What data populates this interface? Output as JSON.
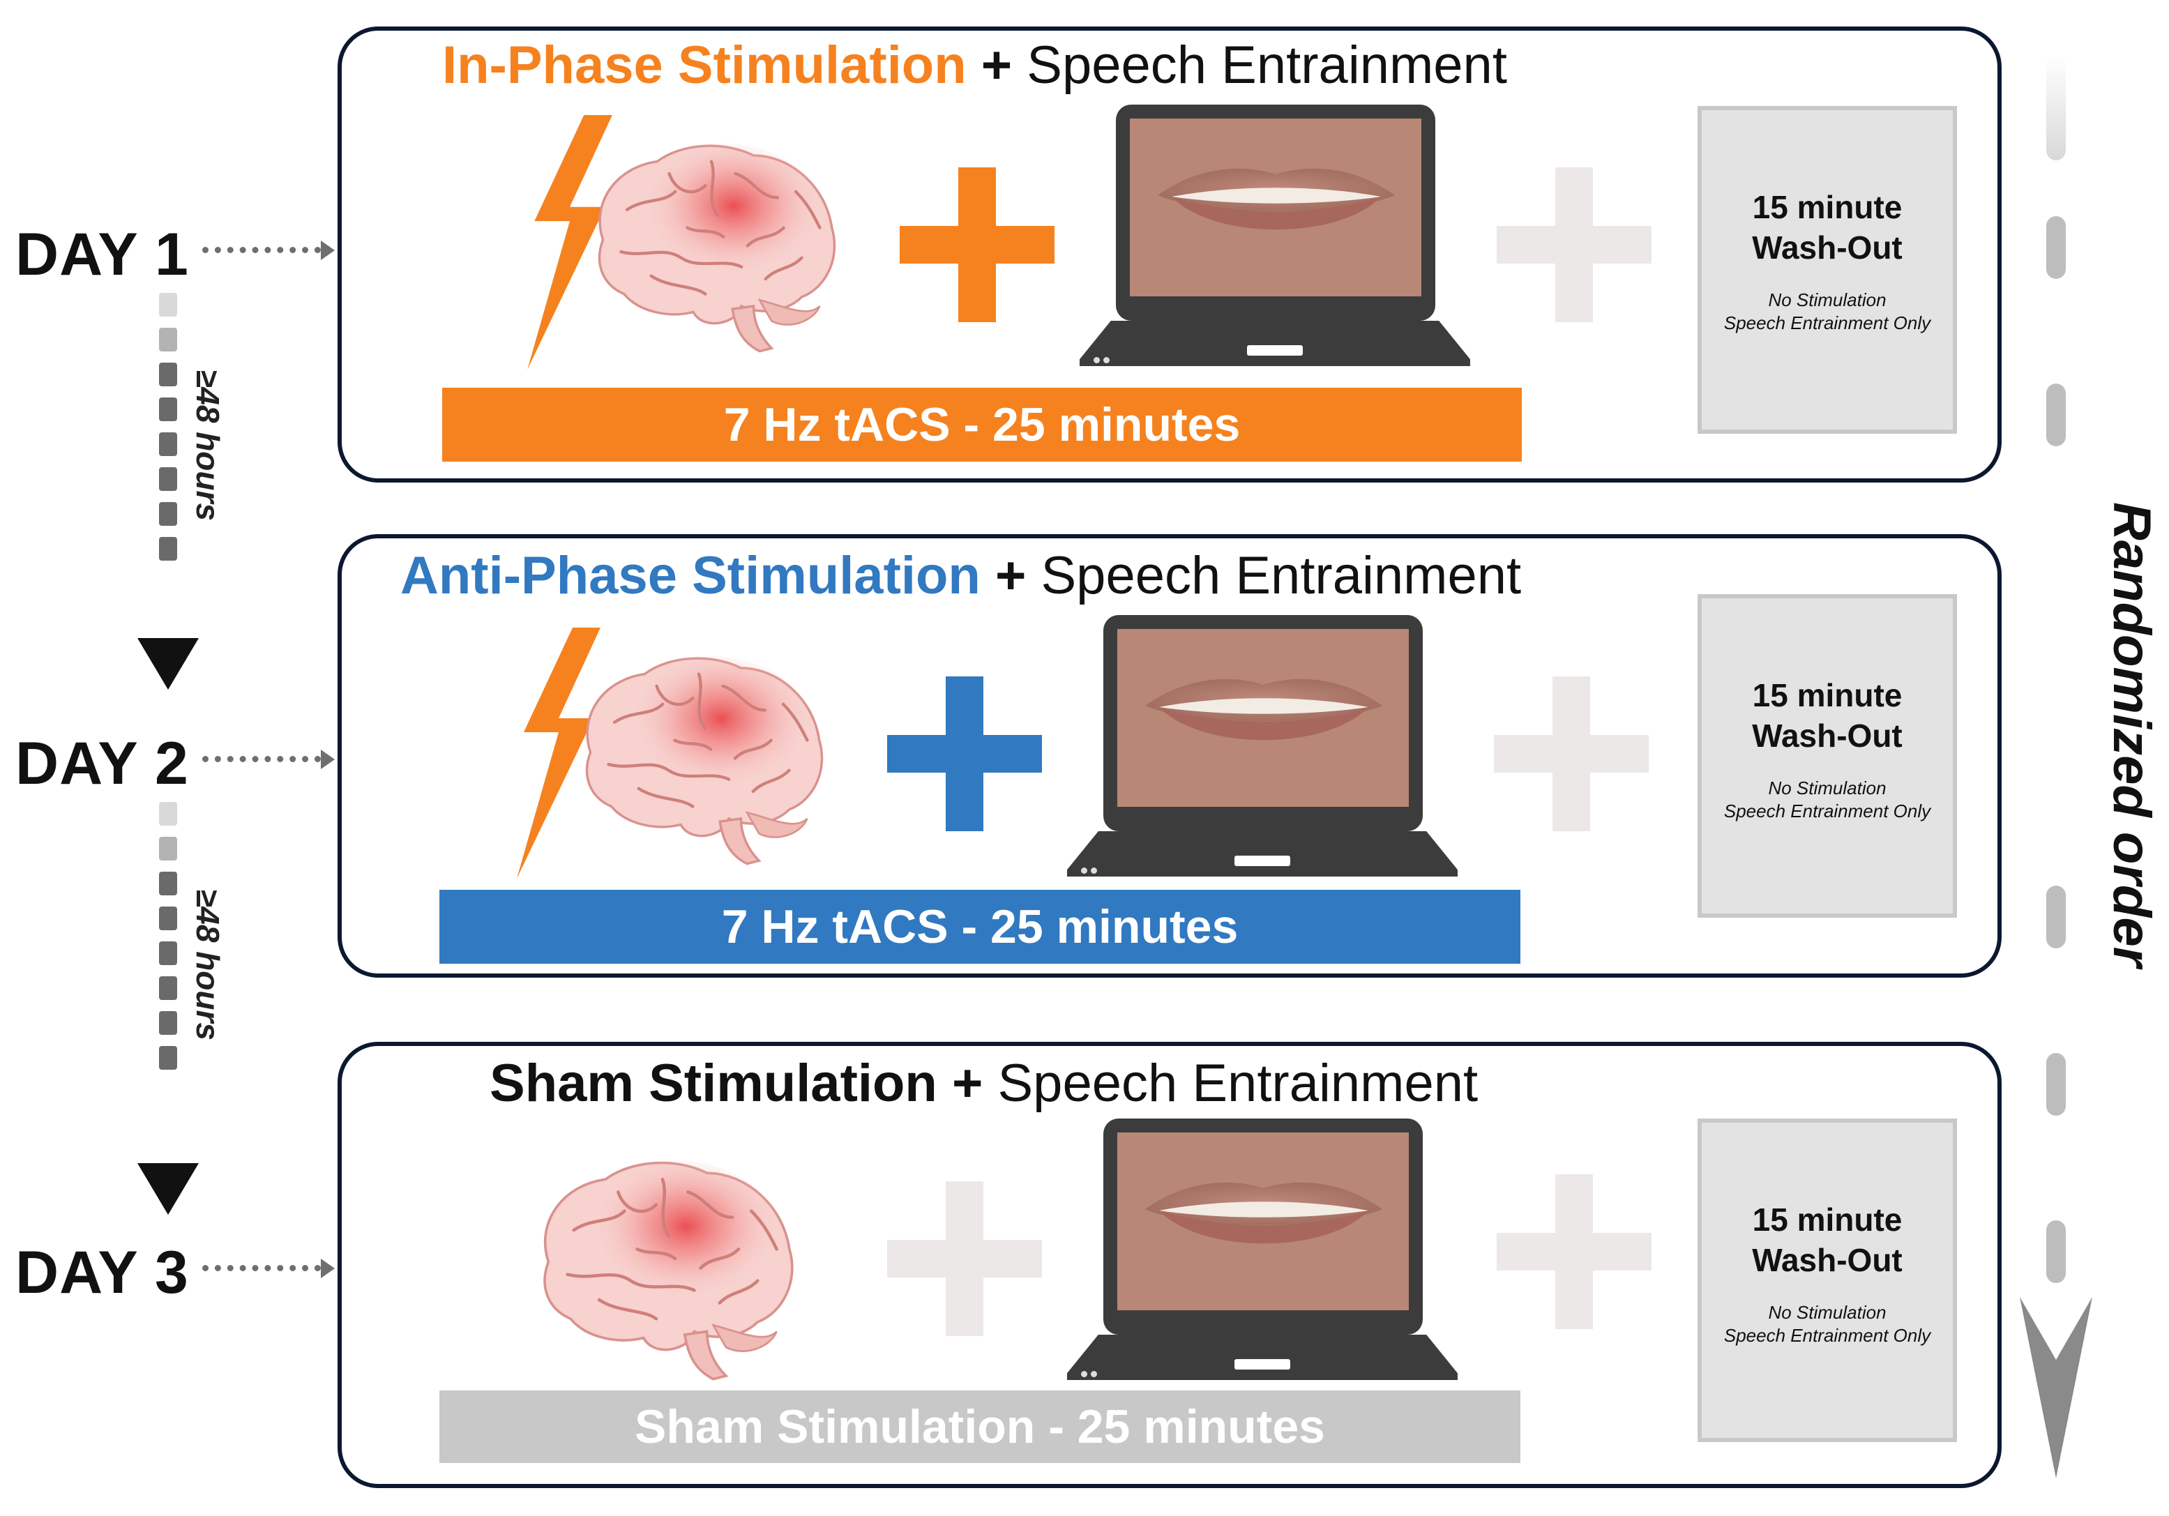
{
  "days": [
    {
      "label": "DAY 1"
    },
    {
      "label": "DAY 2"
    },
    {
      "label": "DAY 3"
    }
  ],
  "interval_label": "≥48 hours",
  "randomized_label": "Randomized order",
  "colors": {
    "in_phase": "#f5821f",
    "anti_phase": "#3179c1",
    "sham": "#c8c8c8",
    "inactive_plus": "#ece8e8",
    "panel_border": "#0c1730"
  },
  "panels": [
    {
      "condition": "In-Phase Stimulation",
      "condition_color": "#f5821f",
      "connector": "+",
      "task": "Speech Entrainment",
      "bar_text": "7 Hz tACS - 25 minutes",
      "bar_color": "#f5821f",
      "washout_title_1": "15 minute",
      "washout_title_2": "Wash-Out",
      "washout_sub_1": "No Stimulation",
      "washout_sub_2": "Speech Entrainment Only",
      "icons": [
        "lightning-icon",
        "brain-icon",
        "plus-icon",
        "laptop-icon",
        "plus-icon"
      ]
    },
    {
      "condition": "Anti-Phase Stimulation",
      "condition_color": "#3179c1",
      "connector": "+",
      "task": "Speech Entrainment",
      "bar_text": "7 Hz tACS - 25 minutes",
      "bar_color": "#3179c1",
      "washout_title_1": "15 minute",
      "washout_title_2": "Wash-Out",
      "washout_sub_1": "No Stimulation",
      "washout_sub_2": "Speech Entrainment Only",
      "icons": [
        "lightning-icon",
        "brain-icon",
        "plus-icon",
        "laptop-icon",
        "plus-icon"
      ]
    },
    {
      "condition": "Sham Stimulation",
      "condition_color": "#111111",
      "connector": "+",
      "task": "Speech Entrainment",
      "bar_text": "Sham Stimulation - 25 minutes",
      "bar_color": "#c8c8c8",
      "washout_title_1": "15 minute",
      "washout_title_2": "Wash-Out",
      "washout_sub_1": "No Stimulation",
      "washout_sub_2": "Speech Entrainment Only",
      "icons": [
        "brain-icon",
        "plus-icon",
        "laptop-icon",
        "plus-icon"
      ]
    }
  ]
}
